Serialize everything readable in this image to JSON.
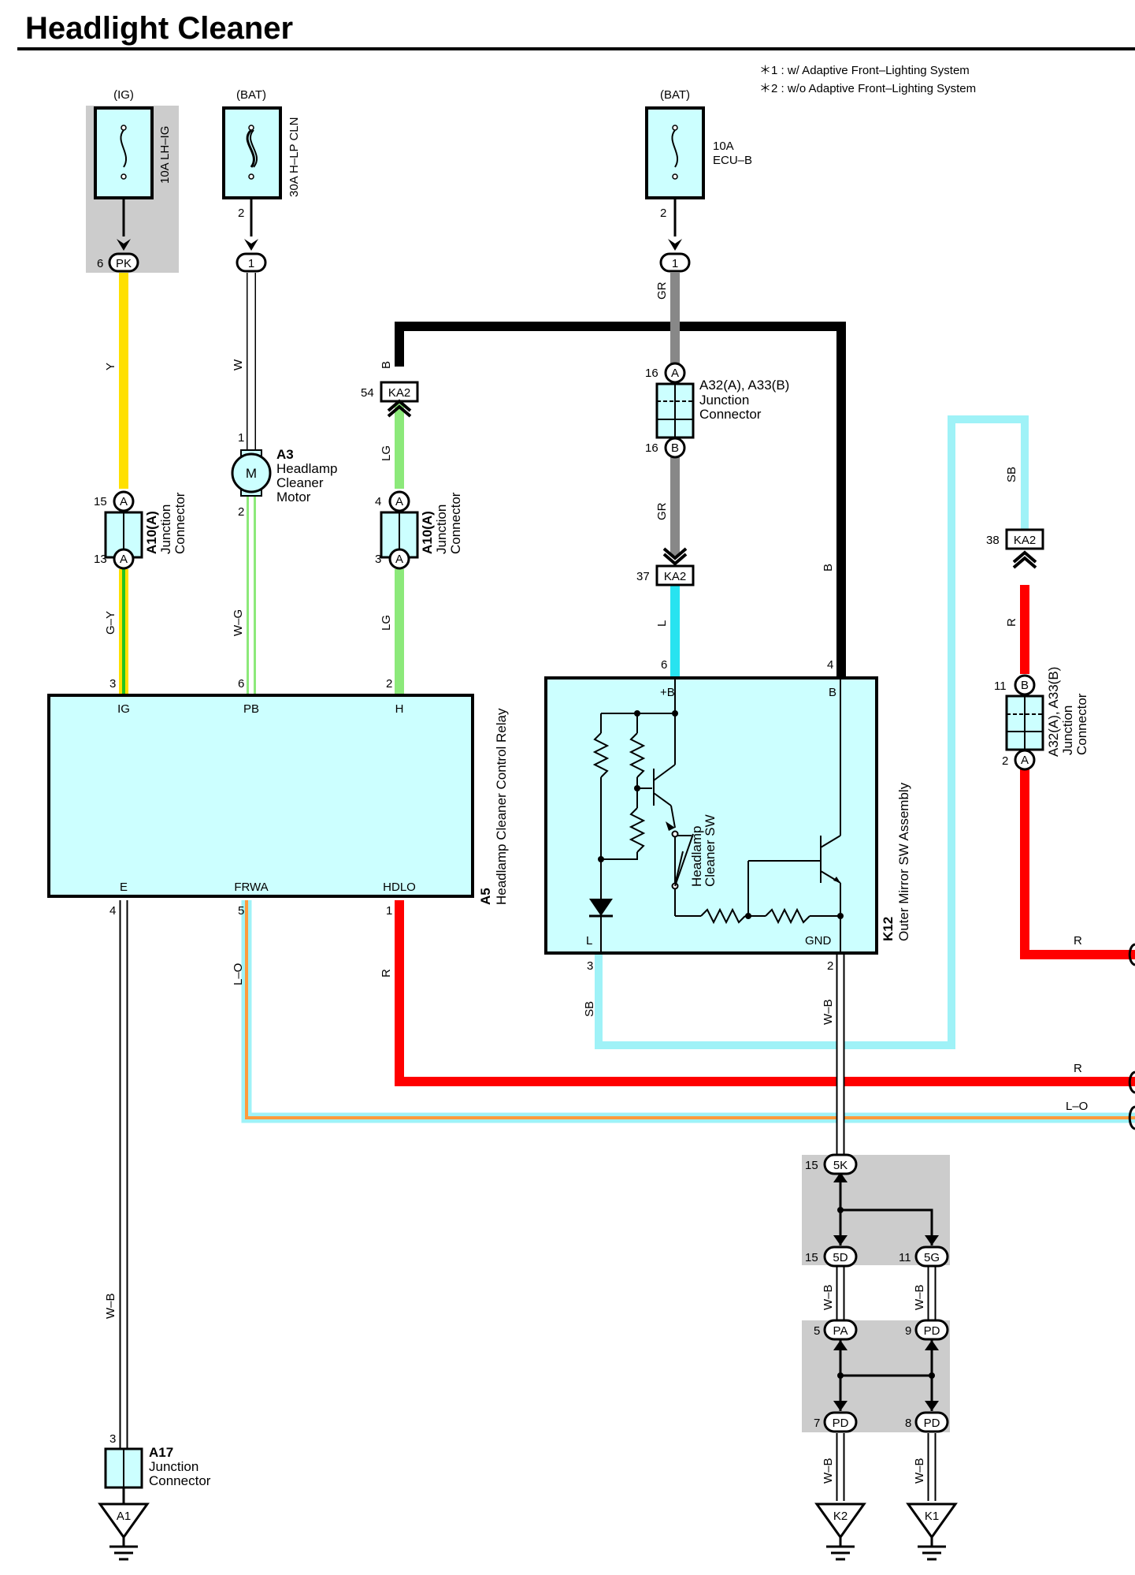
{
  "title": "Headlight Cleaner",
  "notes": [
    "＊1 : w/ Adaptive Front–Lighting System",
    "＊2 : w/o Adaptive Front–Lighting System"
  ],
  "sources": {
    "ig": "(IG)",
    "bat1": "(BAT)",
    "bat2": "(BAT)"
  },
  "fuses": {
    "lh_ig": "10A LH–IG",
    "hlp_cln": "30A H–LP CLN",
    "ecu_b_amp": "10A",
    "ecu_b_name": "ECU–B"
  },
  "pins": {
    "f1_out": "6",
    "f2_out": "2",
    "f3_out": "2",
    "a10_1_in": "15",
    "a10_1_out": "13",
    "a3_in": "1",
    "a3_out": "2",
    "ka2_54": "54",
    "a10_2_in": "4",
    "a10_2_out": "3",
    "a32_in": "16",
    "a32_out": "16",
    "ka2_37": "37",
    "k12_b_in": "6",
    "k12_gnd_top": "4",
    "a5_ig": "3",
    "a5_pb": "6",
    "a5_h": "2",
    "a5_e": "4",
    "a5_frwa": "5",
    "a5_hdlo": "1",
    "k12_l": "3",
    "k12_gnd": "2",
    "ka2_38": "38",
    "a32b_in": "11",
    "a32b_out": "2",
    "j5k": "15",
    "j5d": "15",
    "j5g": "11",
    "jpa": "5",
    "jpd_r": "9",
    "jpd_bl": "7",
    "jpd_br": "8",
    "a17_in": "3"
  },
  "connectors": {
    "pk": "PK",
    "c1a": "1",
    "c1b": "1",
    "ka2": "KA2",
    "a": "A",
    "b": "B",
    "c5k": "5K",
    "c5d": "5D",
    "c5g": "5G",
    "cpa": "PA",
    "cpd": "PD"
  },
  "wires": {
    "y": "Y",
    "w": "W",
    "gr": "GR",
    "b": "B",
    "lg": "LG",
    "gy": "G–Y",
    "wg": "W–G",
    "l": "L",
    "sb": "SB",
    "r": "R",
    "lo": "L–O",
    "wb": "W–B"
  },
  "components": {
    "a3_code": "A3",
    "a3_name": [
      "Headlamp",
      "Cleaner",
      "Motor"
    ],
    "motor": "M",
    "a10_code": "A10(A)",
    "jc": [
      "Junction",
      "Connector"
    ],
    "a32_code": "A32(A), A33(B)",
    "a32b_code": "A32(A), A33(B)",
    "a5_code": "A5",
    "a5_name": "Headlamp Cleaner Control Relay",
    "a5_ports": {
      "ig": "IG",
      "pb": "PB",
      "h": "H",
      "e": "E",
      "frwa": "FRWA",
      "hdlo": "HDLO"
    },
    "k12_code": "K12",
    "k12_name": "Outer Mirror SW Assembly",
    "k12_ports": {
      "b_plus": "+B",
      "b": "B",
      "l": "L",
      "gnd": "GND"
    },
    "k12_sw": [
      "Headlamp",
      "Cleaner SW"
    ],
    "a17_code": "A17",
    "grounds": {
      "a1": "A1",
      "k2": "K2",
      "k1": "K1"
    }
  },
  "colors": {
    "yellow": "#ffe000",
    "black": "#000000",
    "gray": "#888888",
    "lightgreen": "#8ce97a",
    "green": "#22c322",
    "cyan": "#28e3f0",
    "skyblue": "#9ff2f7",
    "red": "#ff0000",
    "orange": "#ff9a3c",
    "box_fill": "#ccffff",
    "shade": "#cccccc"
  }
}
